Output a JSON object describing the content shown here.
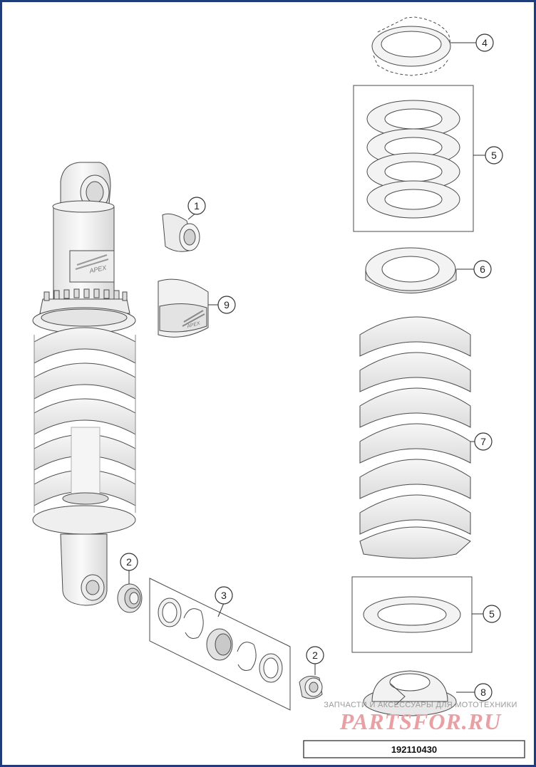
{
  "diagram": {
    "callouts": [
      {
        "number": "1",
        "part": "upper-eye-bushing"
      },
      {
        "number": "2",
        "part": "spacer-sleeve-left"
      },
      {
        "number": "3",
        "part": "bearing-kit"
      },
      {
        "number": "2",
        "part": "spacer-sleeve-right"
      },
      {
        "number": "4",
        "part": "spring-adjuster-nut"
      },
      {
        "number": "5",
        "part": "spring-washers-upper"
      },
      {
        "number": "6",
        "part": "spring-retainer-upper"
      },
      {
        "number": "7",
        "part": "coil-spring"
      },
      {
        "number": "5",
        "part": "spring-washer-lower"
      },
      {
        "number": "8",
        "part": "spring-retainer-lower"
      },
      {
        "number": "9",
        "part": "label-sleeve"
      }
    ],
    "brand_mark": "APEX",
    "drawing_number": "192110430"
  },
  "watermark": {
    "tagline": "ЗАПЧАСТИ И АКСЕССУАРЫ ДЛЯ МОТОТЕХНИКИ",
    "logo": "PARTSFOR.RU"
  },
  "colors": {
    "frame": "#1f3d7a",
    "line": "#4a4a4a",
    "part_fill": "#f4f4f4",
    "part_shade": "#d6d6d6",
    "watermark_red": "#e8a0a4",
    "watermark_gray": "#9a9a9a"
  }
}
